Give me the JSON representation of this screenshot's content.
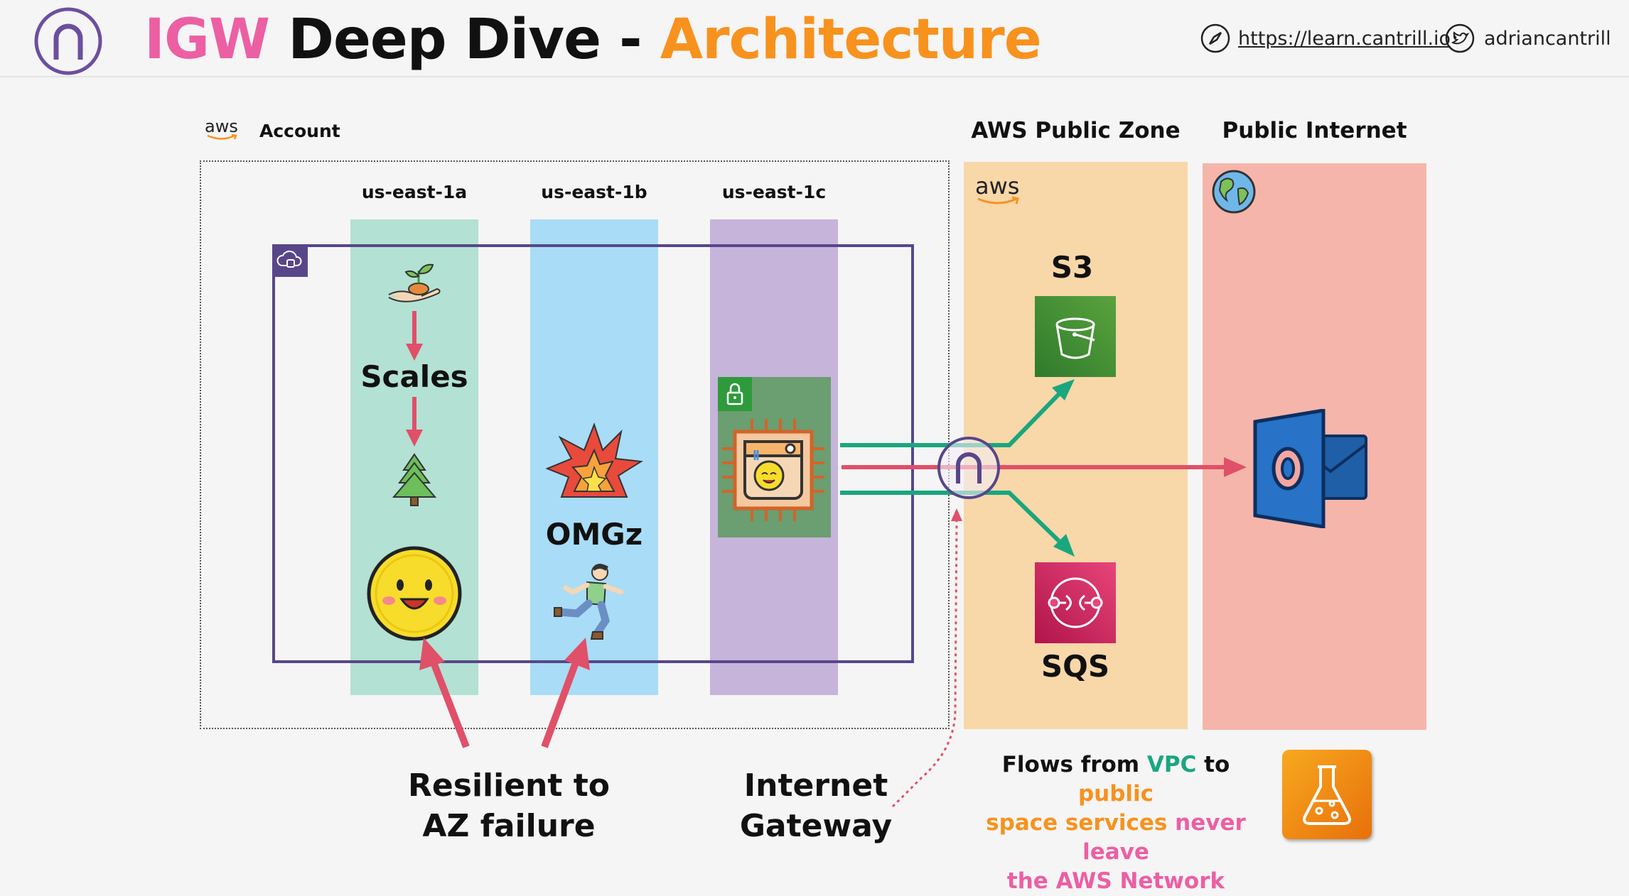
{
  "header": {
    "title_part1": "IGW",
    "title_part2": "Deep Dive -",
    "title_part3": "Architecture",
    "link_url": "https://learn.cantrill.io",
    "twitter_handle": "adriancantrill"
  },
  "account": {
    "label": "Account",
    "aws_logo_text": "aws"
  },
  "azs": [
    {
      "name": "us-east-1a",
      "color": "#b3e1d3"
    },
    {
      "name": "us-east-1b",
      "color": "#a9dcf6"
    },
    {
      "name": "us-east-1c",
      "color": "#c6b4da"
    }
  ],
  "vpc_color": "#57468a",
  "az1": {
    "scales_label": "Scales"
  },
  "az2": {
    "omg_label": "OMGz"
  },
  "public_zone": {
    "label": "AWS Public Zone",
    "aws_logo_text": "aws",
    "color": "#f8d7a9",
    "s3_label": "S3",
    "sqs_label": "SQS"
  },
  "public_internet": {
    "label": "Public Internet",
    "color": "#f5b5ab"
  },
  "captions": {
    "resilient_line1": "Resilient to",
    "resilient_line2": "AZ failure",
    "igw_line1": "Internet",
    "igw_line2": "Gateway"
  },
  "flows_note": {
    "part1": "Flows from ",
    "vpc": "VPC",
    "part2": " to ",
    "public": "public",
    "space": "space services",
    "never": " never leave",
    "network": "the AWS Network"
  },
  "colors": {
    "green_arrow": "#1aa67e",
    "red_arrow": "#e05068",
    "orange": "#f7921e",
    "pink": "#ec5fa3",
    "purple": "#57468a"
  }
}
